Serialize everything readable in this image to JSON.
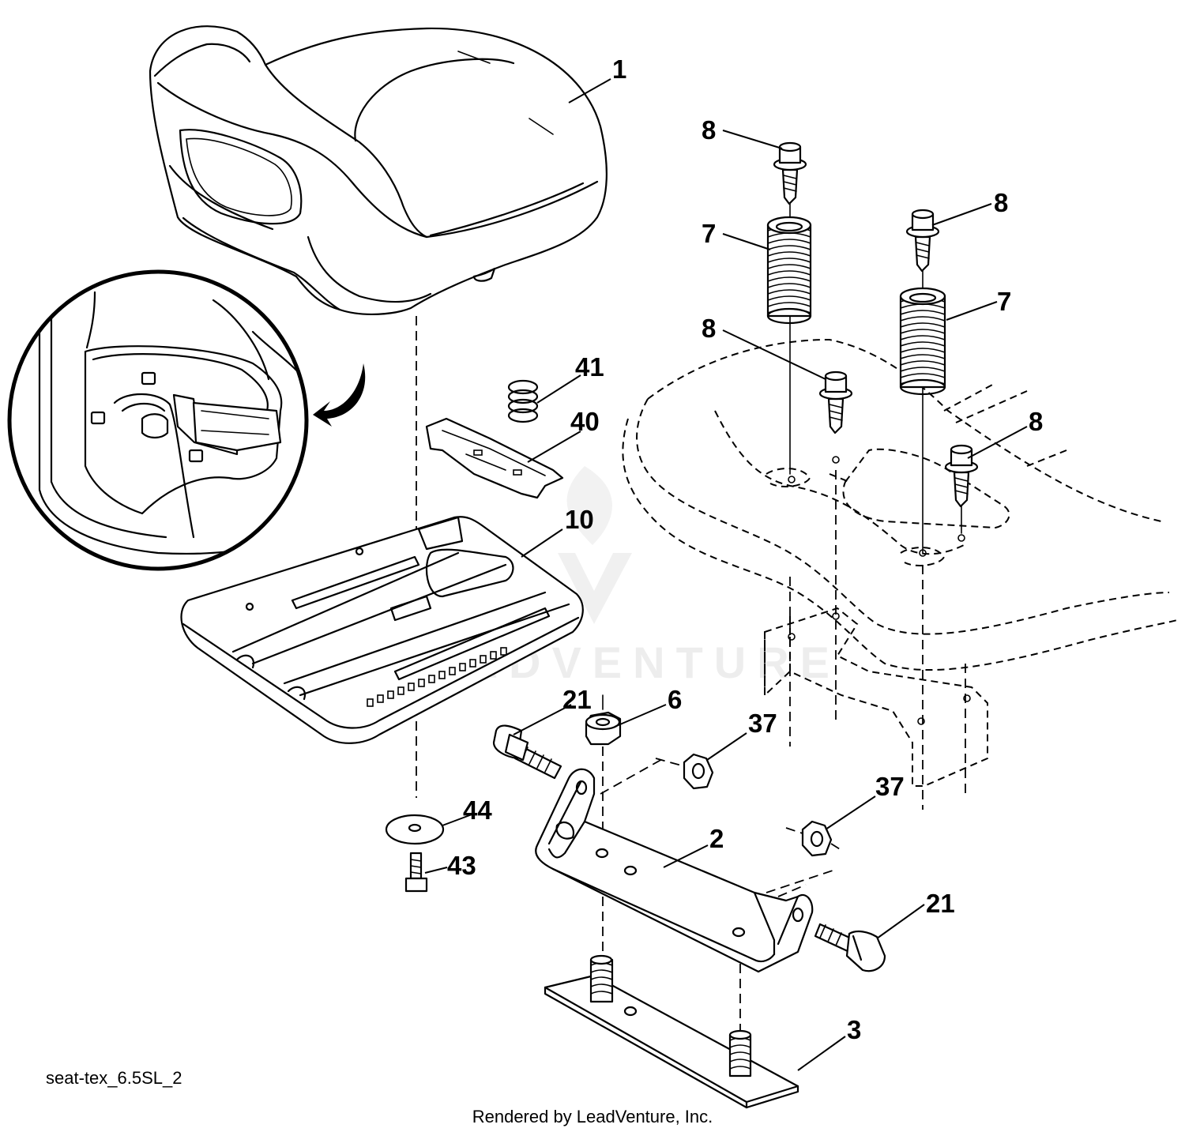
{
  "diagram_id": "seat-tex_6.5SL_2",
  "credit": "Rendered by LeadVenture, Inc.",
  "watermark": "LEADVENTURE",
  "part_labels": [
    {
      "key": "seat",
      "text": "1"
    },
    {
      "key": "bolt_top_left",
      "text": "8"
    },
    {
      "key": "bolt_top_right",
      "text": "8"
    },
    {
      "key": "bolt_mid_left",
      "text": "8"
    },
    {
      "key": "bolt_mid_right",
      "text": "8"
    },
    {
      "key": "spring_left",
      "text": "7"
    },
    {
      "key": "spring_right",
      "text": "7"
    },
    {
      "key": "small_spring",
      "text": "41"
    },
    {
      "key": "clip",
      "text": "40"
    },
    {
      "key": "seat_pan",
      "text": "10"
    },
    {
      "key": "bolt_21_left",
      "text": "21"
    },
    {
      "key": "nut_6",
      "text": "6"
    },
    {
      "key": "nut_37_upper",
      "text": "37"
    },
    {
      "key": "nut_37_lower",
      "text": "37"
    },
    {
      "key": "washer_44",
      "text": "44"
    },
    {
      "key": "bolt_43",
      "text": "43"
    },
    {
      "key": "bracket_2",
      "text": "2"
    },
    {
      "key": "bolt_21_right",
      "text": "21"
    },
    {
      "key": "plate_3",
      "text": "3"
    }
  ]
}
